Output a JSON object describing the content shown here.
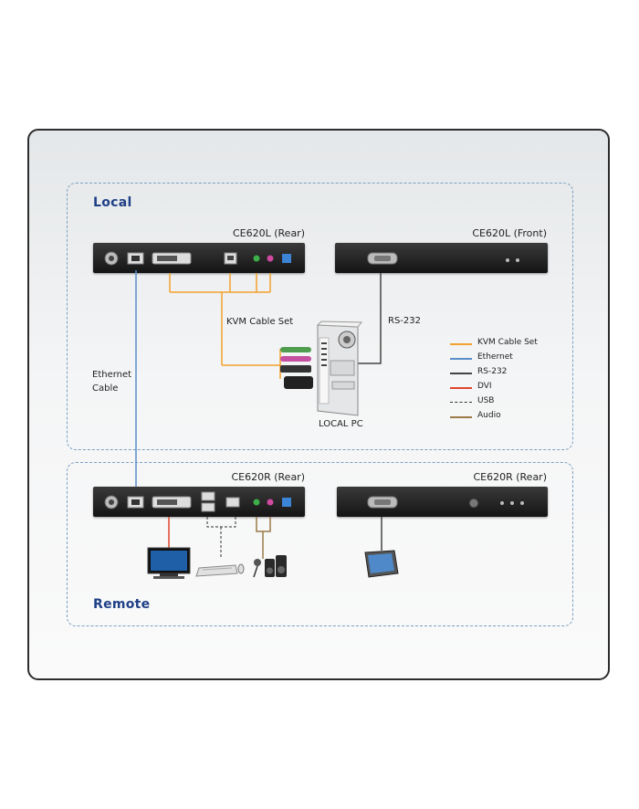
{
  "local": {
    "title": "Local",
    "rear_label": "CE620L (Rear)",
    "front_label": "CE620L (Front)",
    "pc_label": "LOCAL PC",
    "kvm_label": "KVM Cable Set",
    "rs232_label": "RS-232",
    "ethernet_label_1": "Ethernet",
    "ethernet_label_2": "Cable"
  },
  "remote": {
    "title": "Remote",
    "rear_label": "CE620R (Rear)",
    "rear2_label": "CE620R (Rear)"
  },
  "legend": [
    {
      "label": "KVM Cable Set",
      "color": "#f3a12c",
      "style": "solid"
    },
    {
      "label": "Ethernet",
      "color": "#5b8ec9",
      "style": "solid"
    },
    {
      "label": "RS-232",
      "color": "#444444",
      "style": "solid"
    },
    {
      "label": "DVI",
      "color": "#e0452c",
      "style": "solid"
    },
    {
      "label": "USB",
      "color": "#333333",
      "style": "dashed"
    },
    {
      "label": "Audio",
      "color": "#9a7a48",
      "style": "solid"
    }
  ]
}
